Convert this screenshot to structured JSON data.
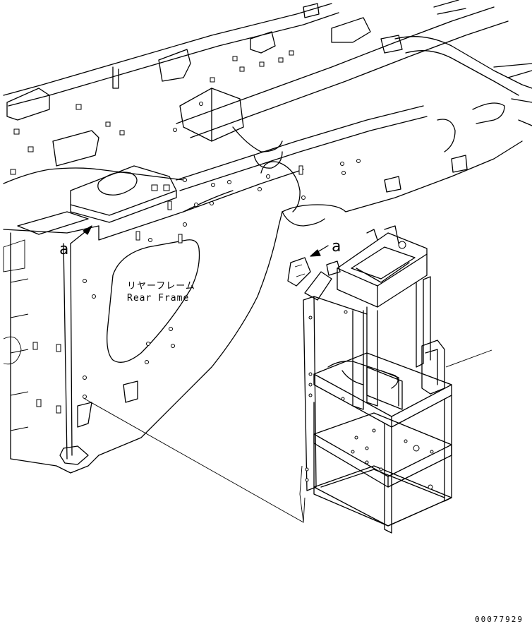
{
  "labels": {
    "rear_frame_jp": "リヤーフレーム",
    "rear_frame_en": "Rear Frame",
    "ref_mark_left": "a",
    "ref_mark_right": "a"
  },
  "drawing_number": "00077929"
}
